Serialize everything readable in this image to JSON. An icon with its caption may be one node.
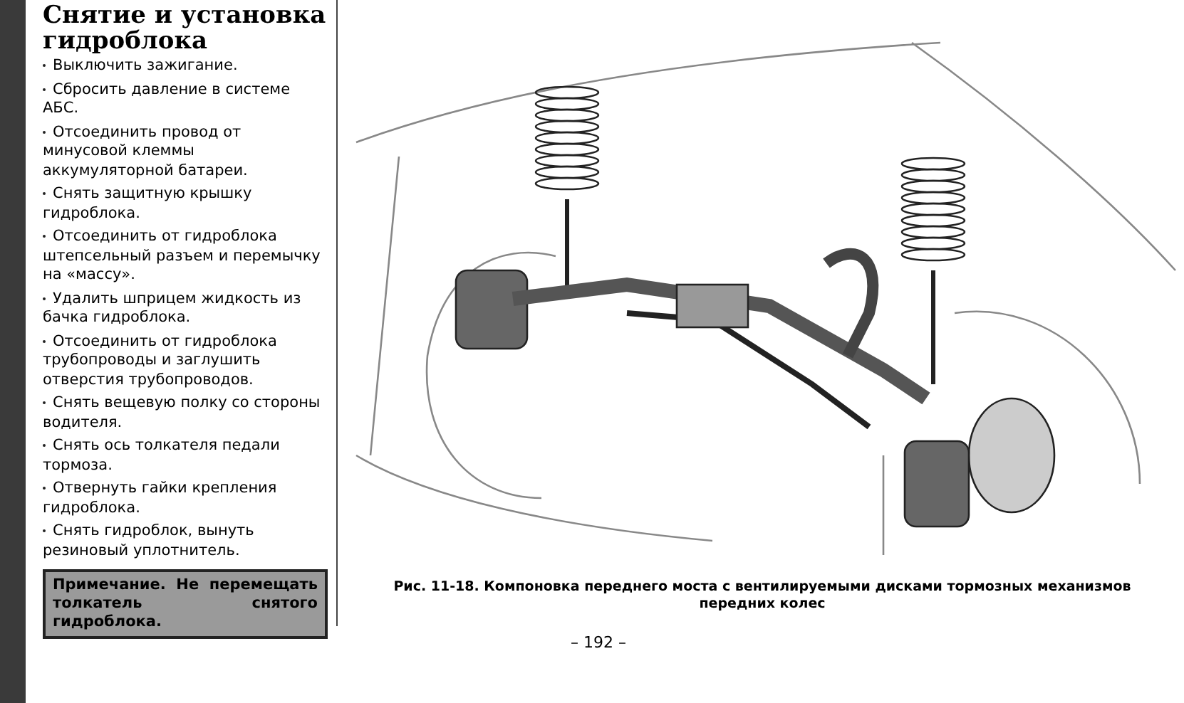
{
  "diagram": {
    "title": "Снятие и установка гидроблока",
    "caption": "Рис. 11-18. Компоновка переднего моста с вентилируемыми дисками тормозных механизмов передних колес",
    "labels": [
      "Выключить зажигание.",
      "Сбросить давление в системе АБС.",
      "Отсоединить провод от минусовой клеммы аккумуляторной батареи.",
      "Снять защитную крышку гидроблока.",
      "Отсоединить от гидроблока штепсельный разъем и перемычку на «массу».",
      "Удалить шприцем жидкость из бачка гидроблока.",
      "Отсоединить от гидроблока трубопроводы и заглушить отверстия трубопроводов.",
      "Снять вещевую полку со стороны водителя.",
      "Снять ось толкателя педали тормоза.",
      "Отвернуть гайки крепления гидроблока.",
      "Снять гидроблок, вынуть резиновый уплотнитель.",
      "Примечание. Не перемещать толкатель снятого гидроблока.",
      "– 192 –"
    ]
  }
}
